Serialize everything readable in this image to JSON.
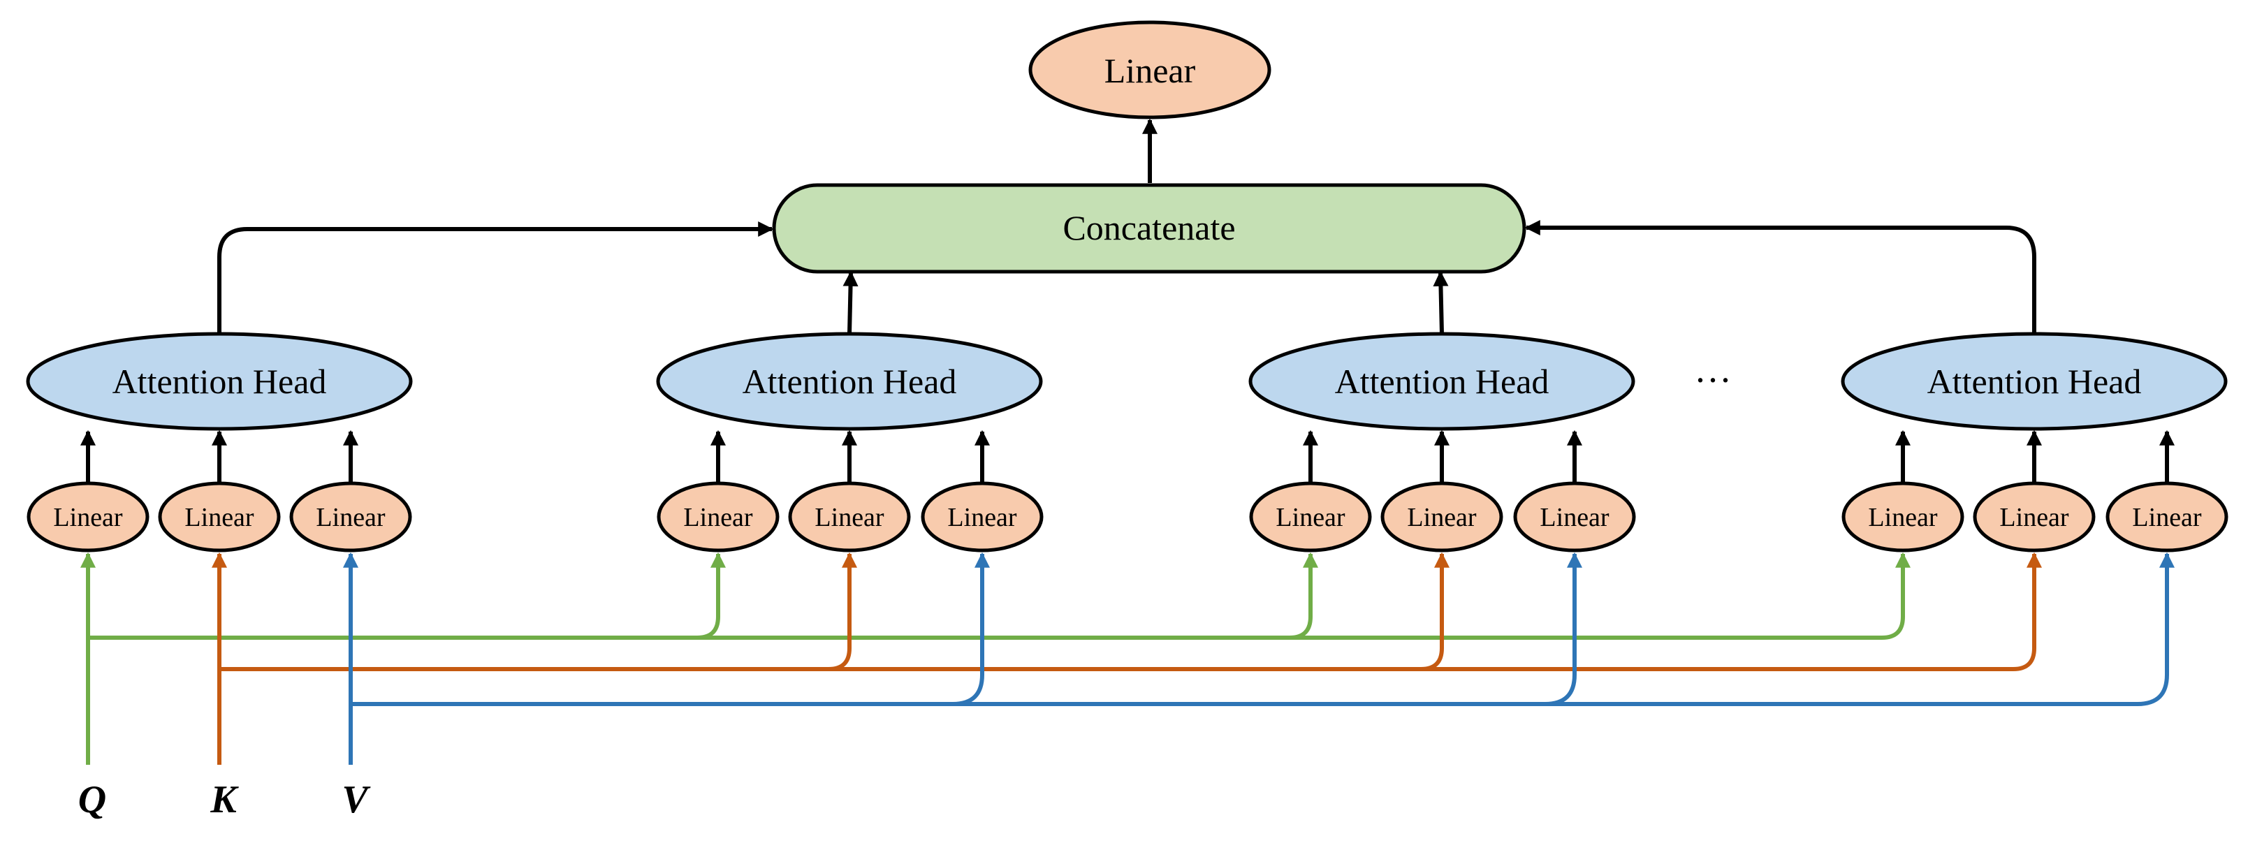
{
  "labels": {
    "output_linear": "Linear",
    "concatenate": "Concatenate",
    "attention_head": "Attention Head",
    "proj_linear": "Linear",
    "ellipsis": "···"
  },
  "inputs": {
    "q": "Q",
    "k": "K",
    "v": "V"
  },
  "colors": {
    "linear_fill": "#F8CBAD",
    "attention_fill": "#BDD7EE",
    "concat_fill": "#C5E0B4",
    "stroke": "#000000",
    "q_line": "#70AD47",
    "k_line": "#C55A11",
    "v_line": "#2E75B6"
  }
}
